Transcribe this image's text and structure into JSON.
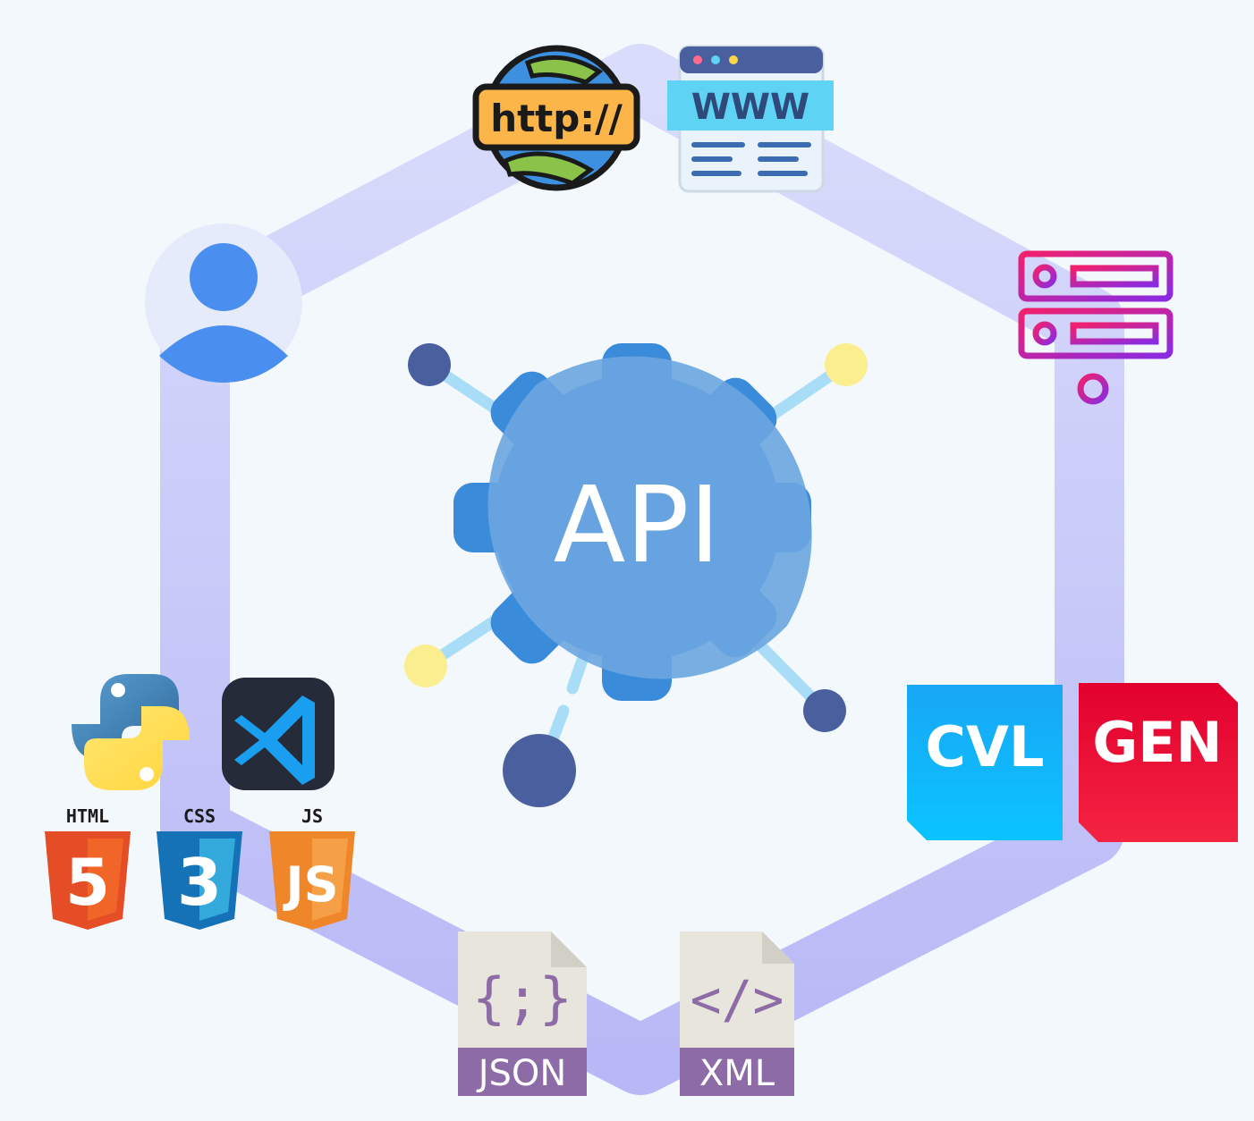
{
  "center": {
    "label": "API"
  },
  "http": {
    "label": "http://"
  },
  "www": {
    "label": "WWW"
  },
  "logos": {
    "cvl": "CVL",
    "gen": "GEN"
  },
  "tech": {
    "html": "HTML",
    "css": "CSS",
    "js": "JS",
    "html_num": "5",
    "css_num": "3",
    "js_mark": "JS"
  },
  "formats": {
    "json": "JSON",
    "json_glyph": "{;}",
    "xml": "XML",
    "xml_glyph": "</>"
  },
  "icons": {
    "center": "api-gear-icon",
    "user": "user-avatar-icon",
    "http": "http-globe-icon",
    "www": "web-browser-icon",
    "server": "server-network-icon",
    "python": "python-logo-icon",
    "vscode": "vscode-logo-icon",
    "html5": "html5-logo-icon",
    "css3": "css3-logo-icon",
    "js": "javascript-logo-icon",
    "json": "json-file-icon",
    "xml": "xml-file-icon"
  },
  "colors": {
    "ring": "#c9c9f9",
    "gear_dark": "#3b8bdb",
    "gear_light": "#6ba5e0",
    "node_dark": "#4a5f9e",
    "node_yellow": "#fbee8f",
    "spoke": "#a9ddf7",
    "cvl": "#0ab3f5",
    "gen": "#e8153a",
    "file_body": "#e8e5dd",
    "file_label": "#8c6ba6"
  }
}
